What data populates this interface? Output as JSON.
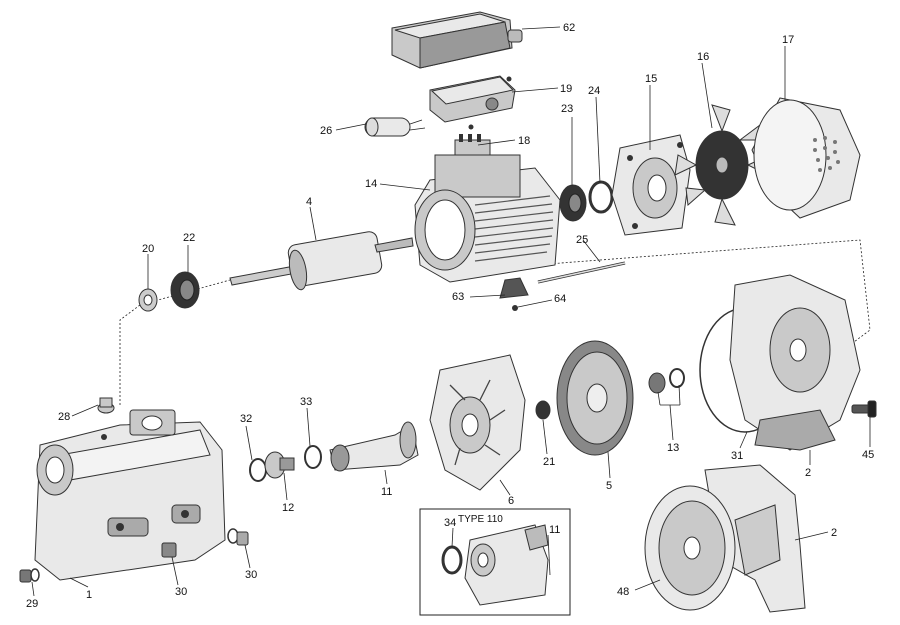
{
  "diagram": {
    "inset_label": "TYPE 110",
    "callouts": {
      "c62": "62",
      "c19": "19",
      "c26": "26",
      "c18": "18",
      "c14": "14",
      "c23": "23",
      "c24": "24",
      "c15": "15",
      "c16": "16",
      "c17": "17",
      "c4": "4",
      "c20": "20",
      "c22": "22",
      "c25": "25",
      "c63": "63",
      "c64": "64",
      "c28": "28",
      "c32": "32",
      "c33": "33",
      "c11": "11",
      "c12": "12",
      "c6": "6",
      "c21": "21",
      "c5": "5",
      "c13": "13",
      "c31": "31",
      "c2a": "2",
      "c45": "45",
      "c1": "1",
      "c29": "29",
      "c30a": "30",
      "c30b": "30",
      "c34": "34",
      "c11b": "11",
      "c2b": "2",
      "c48": "48"
    }
  }
}
